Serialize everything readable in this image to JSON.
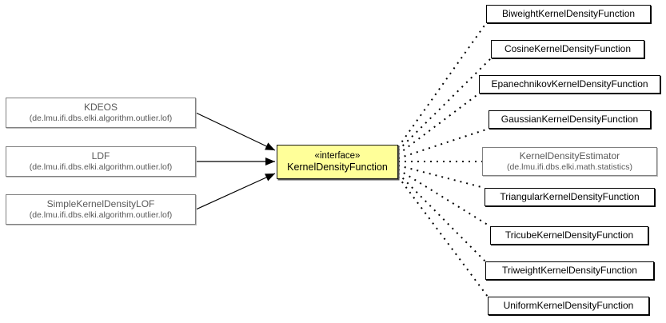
{
  "colors": {
    "background": "#ffffff",
    "interface-fill": "#ffff99",
    "interface-border": "#1a1a1a",
    "class-border": "#000000",
    "muted-border": "#808080",
    "muted-text": "#595959",
    "text": "#000000",
    "edge": "#000000"
  },
  "center_node": {
    "stereotype": "«interface»",
    "name": "KernelDensityFunction"
  },
  "left_nodes": [
    {
      "name": "KDEOS",
      "package": "(de.lmu.ifi.dbs.elki.algorithm.outlier.lof)"
    },
    {
      "name": "LDF",
      "package": "(de.lmu.ifi.dbs.elki.algorithm.outlier.lof)"
    },
    {
      "name": "SimpleKernelDensityLOF",
      "package": "(de.lmu.ifi.dbs.elki.algorithm.outlier.lof)"
    }
  ],
  "right_nodes": [
    {
      "name": "BiweightKernelDensityFunction"
    },
    {
      "name": "CosineKernelDensityFunction"
    },
    {
      "name": "EpanechnikovKernelDensityFunction"
    },
    {
      "name": "GaussianKernelDensityFunction"
    },
    {
      "name": "KernelDensityEstimator",
      "package": "(de.lmu.ifi.dbs.elki.math.statistics)"
    },
    {
      "name": "TriangularKernelDensityFunction"
    },
    {
      "name": "TricubeKernelDensityFunction"
    },
    {
      "name": "TriweightKernelDensityFunction"
    },
    {
      "name": "UniformKernelDensityFunction"
    }
  ]
}
